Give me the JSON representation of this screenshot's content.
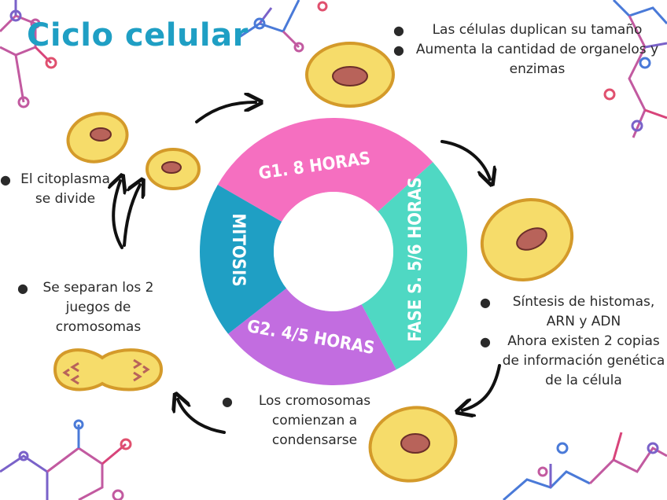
{
  "title": "Ciclo celular",
  "cycle": {
    "g1": "G1. 8 HORAS",
    "s": "FASE S. 5/6 HORAS",
    "g2": "G2. 4/5 HORAS",
    "m": "MITOSIS"
  },
  "notes": {
    "g1": [
      "Las células duplican su tamaño",
      "Aumenta la cantidad de organelos y enzimas"
    ],
    "s": [
      "Síntesis de histomas, ARN y ADN",
      "Ahora existen 2 copias de información genética de la célula"
    ],
    "g2": [
      "Los cromosomas comienzan a condensarse"
    ],
    "m1": [
      "Se separan los 2 juegos de cromosomas"
    ],
    "m2": [
      "El citoplasma se divide"
    ]
  },
  "colors": {
    "title": "#1f9fc4",
    "g1": "#f56fc0",
    "s": "#4fd8c3",
    "g2": "#c26de0",
    "m": "#1f9fc4",
    "cell_fill": "#f6dc6a",
    "cell_nucleus": "#b8635a"
  }
}
